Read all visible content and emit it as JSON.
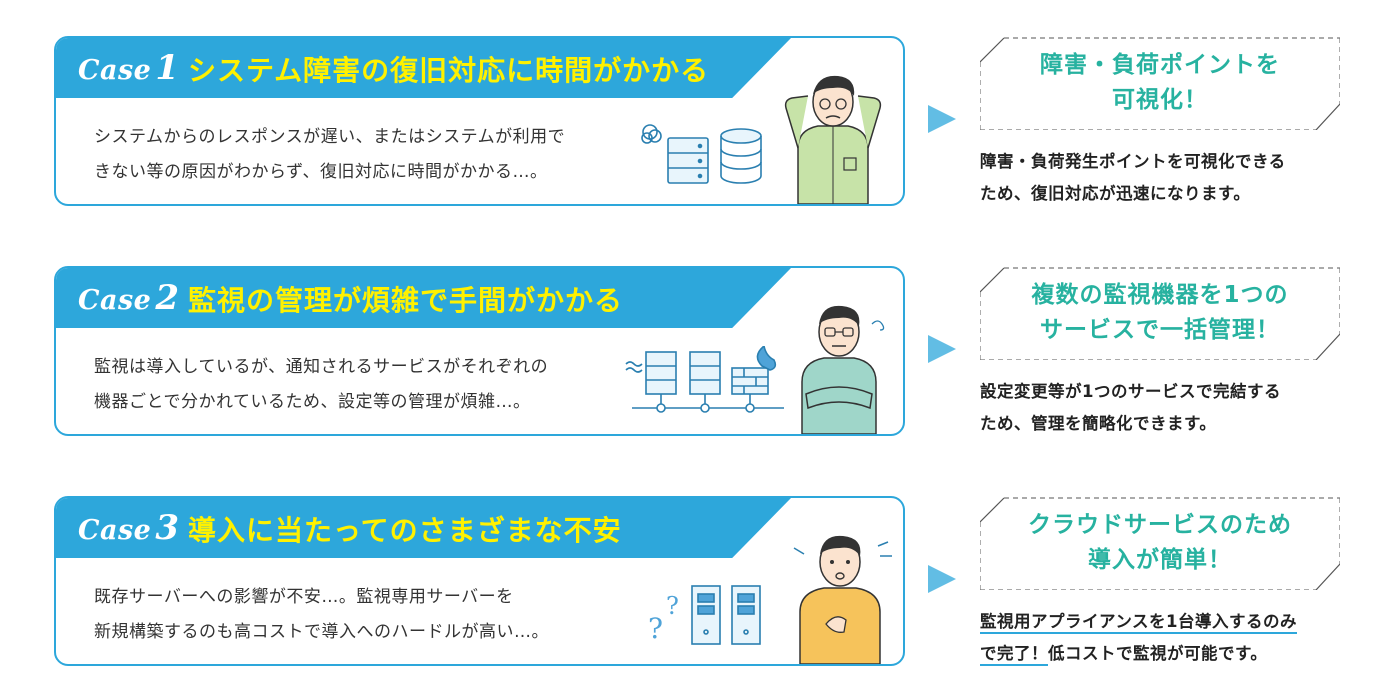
{
  "cases": [
    {
      "label": "Case",
      "num": "1",
      "title": "システム障害の復旧対応に時間がかかる",
      "desc_line1": "システムからのレスポンスが遅い、またはシステムが利用で",
      "desc_line2": "きない等の原因がわからず、復旧対応に時間がかかる…。",
      "solution_title_line1": "障害・負荷ポイントを",
      "solution_title_line2": "可視化！",
      "solution_desc_line1": "障害・負荷発生ポイントを可視化できる",
      "solution_desc_line2": "ため、復旧対応が迅速になります。"
    },
    {
      "label": "Case",
      "num": "2",
      "title": "監視の管理が煩雑で手間がかかる",
      "desc_line1": "監視は導入しているが、通知されるサービスがそれぞれの",
      "desc_line2": "機器ごとで分かれているため、設定等の管理が煩雑…。",
      "solution_title_line1": "複数の監視機器を1つの",
      "solution_title_line2": "サービスで一括管理！",
      "solution_desc_line1": "設定変更等が1つのサービスで完結する",
      "solution_desc_line2": "ため、管理を簡略化できます。"
    },
    {
      "label": "Case",
      "num": "3",
      "title": "導入に当たってのさまざまな不安",
      "desc_line1": "既存サーバーへの影響が不安…。監視専用サーバーを",
      "desc_line2": "新規構築するのも高コストで導入へのハードルが高い…。",
      "solution_title_line1": "クラウドサービスのため",
      "solution_title_line2": "導入が簡単！",
      "solution_desc_line1": "監視用アプライアンスを1台導入するのみ",
      "solution_desc_line2a": "で完了！",
      "solution_desc_line2b": "低コストで監視が可能です。"
    }
  ],
  "colors": {
    "accent": "#2da7db",
    "title_yellow": "#fff100",
    "solution_teal": "#27b2a0"
  }
}
